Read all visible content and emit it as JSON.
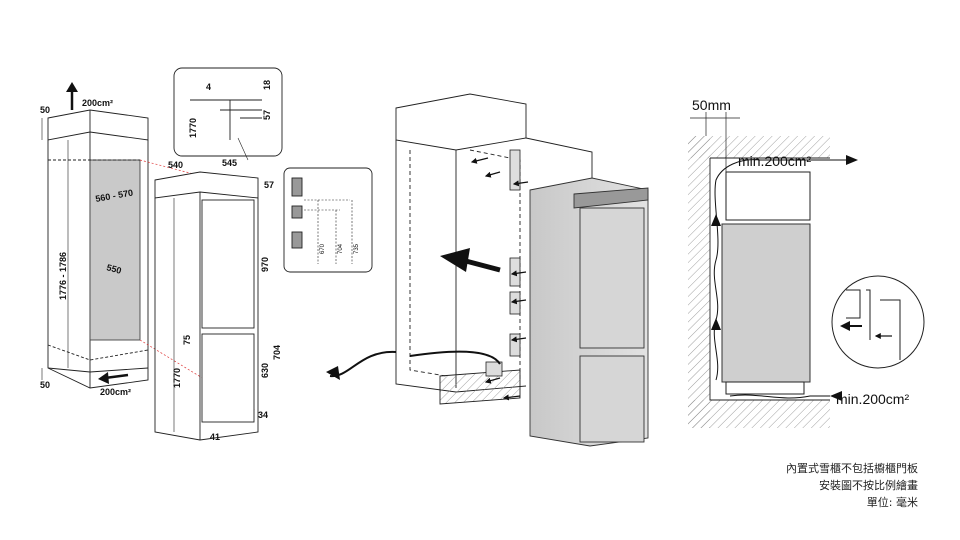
{
  "diagram1": {
    "vent_top": "200cm²",
    "vent_bottom": "200cm²",
    "dim_50_top": "50",
    "dim_50_bottom": "50",
    "niche_height": "1776 - 1786",
    "niche_width": "560 - 570",
    "niche_depth": "550"
  },
  "diagram2": {
    "detail_1770": "1770",
    "detail_4": "4",
    "detail_18": "18",
    "detail_57": "57",
    "width": "540",
    "depth": "545",
    "top_57": "57",
    "door_970": "970",
    "dim_75": "75",
    "height_1770": "1770",
    "door_630": "630",
    "door_704": "704",
    "dim_34": "34",
    "dim_41": "41"
  },
  "detail_box": {
    "d670": "670",
    "d704": "704",
    "d735": "735"
  },
  "diagram4": {
    "gap_top": "50mm",
    "vent_top": "min.200cm²",
    "vent_bottom": "min.200cm²"
  },
  "notes": {
    "line1": "內置式雪櫃不包括櫥櫃門板",
    "line2": "安裝圖不按比例繪畫",
    "line3": "單位: 毫米"
  }
}
